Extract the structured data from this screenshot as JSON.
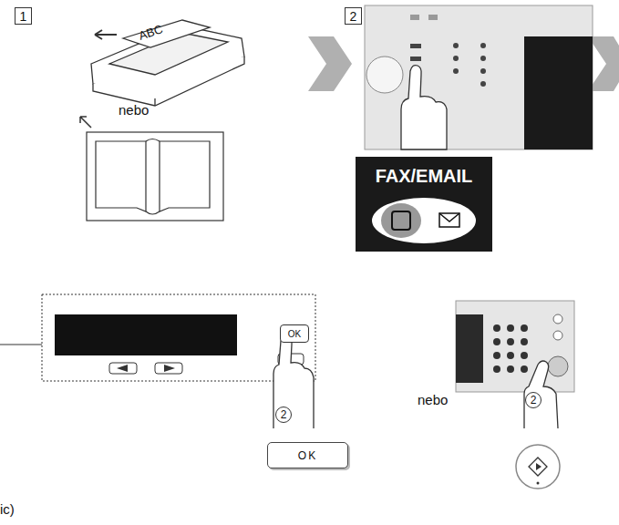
{
  "diagram": {
    "nodes": [
      {
        "text": [
          "1"
        ]
      },
      {
        "text": [
          "2"
        ]
      },
      {
        "text": [
          "FAX/EMAIL"
        ]
      },
      {
        "text": [
          "OK"
        ]
      },
      {
        "text": [
          "2"
        ]
      },
      {
        "text": [
          "OK"
        ]
      },
      {
        "text": [
          "2"
        ]
      }
    ],
    "labels": [
      "ABC",
      "nebo",
      "nebo",
      "ic)"
    ]
  }
}
